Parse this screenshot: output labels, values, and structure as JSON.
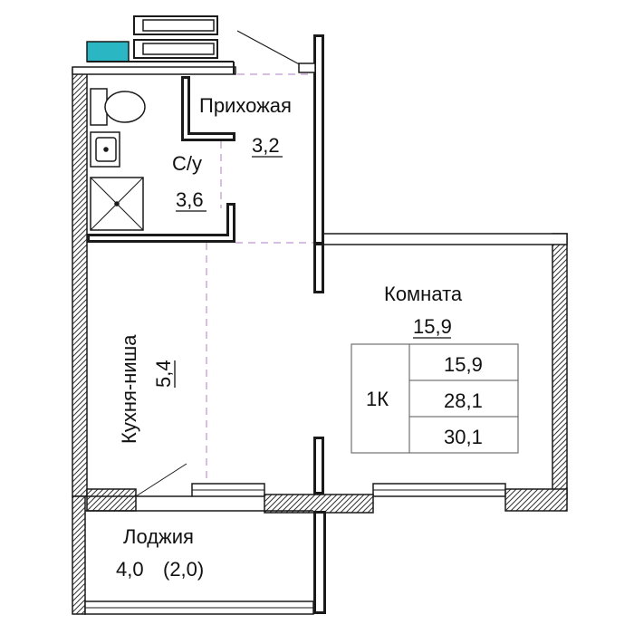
{
  "plan": {
    "rooms": [
      {
        "id": "hallway",
        "name": "Прихожая",
        "area": "3,2"
      },
      {
        "id": "bathroom",
        "name": "С/у",
        "area": "3,6"
      },
      {
        "id": "room",
        "name": "Комната",
        "area": "15,9"
      },
      {
        "id": "kitchen",
        "name": "Кухня-ниша",
        "area": "5,4"
      },
      {
        "id": "loggia",
        "name": "Лоджия",
        "area": "4,0",
        "area_reduced": "(2,0)"
      }
    ],
    "summary": {
      "type": "1К",
      "living_area": "15,9",
      "total_area": "28,1",
      "total_with_loggia": "30,1"
    }
  },
  "colors": {
    "wall": "#1a1a1a",
    "line": "#111111",
    "accent": "#2bb6c4",
    "dashed": "#b07cc6",
    "hatch": "#333333"
  }
}
